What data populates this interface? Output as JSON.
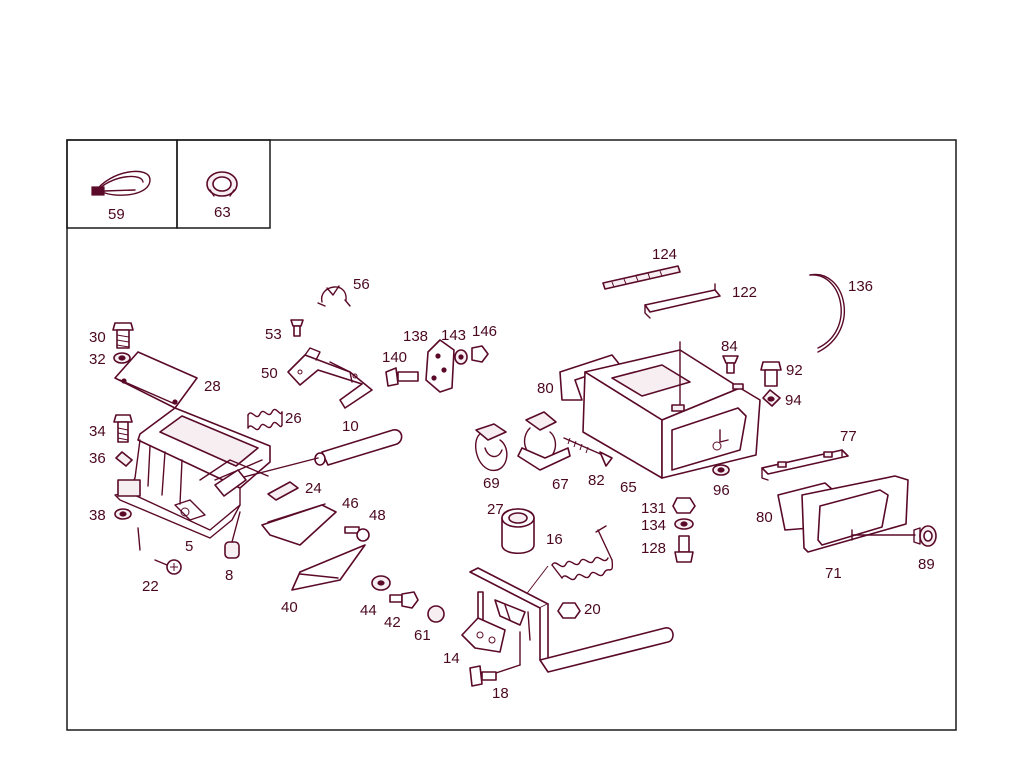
{
  "callouts": {
    "c59": "59",
    "c63": "63",
    "c56": "56",
    "c53": "53",
    "c50": "50",
    "c30": "30",
    "c32": "32",
    "c28": "28",
    "c34": "34",
    "c36": "36",
    "c38": "38",
    "c26": "26",
    "c10": "10",
    "c24": "24",
    "c5": "5",
    "c22": "22",
    "c8": "8",
    "c46": "46",
    "c48": "48",
    "c40": "40",
    "c44": "44",
    "c42": "42",
    "c61": "61",
    "c138": "138",
    "c143": "143",
    "c146": "146",
    "c140": "140",
    "c124": "124",
    "c122": "122",
    "c136": "136",
    "c80a": "80",
    "c84": "84",
    "c92": "92",
    "c94": "94",
    "c69": "69",
    "c67": "67",
    "c82": "82",
    "c65": "65",
    "c96": "96",
    "c77": "77",
    "c80b": "80",
    "c71": "71",
    "c89": "89",
    "c131": "131",
    "c134": "134",
    "c128": "128",
    "c27": "27",
    "c16": "16",
    "c20": "20",
    "c14": "14",
    "c18": "18"
  },
  "colors": {
    "line": "#5a0a28",
    "text": "#4a0820",
    "frame": "#1a1a1a"
  }
}
